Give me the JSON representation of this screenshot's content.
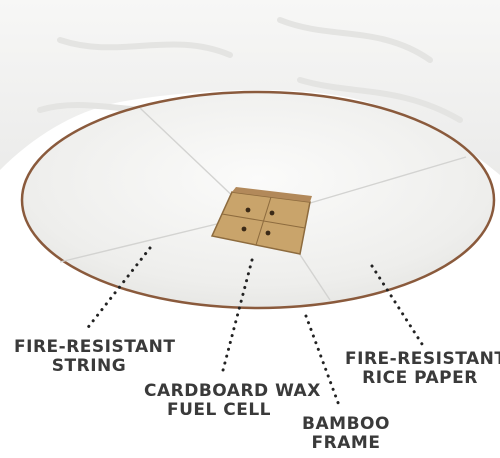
{
  "labels": {
    "string": {
      "line1": "FIRE-RESISTANT",
      "line2": "STRING"
    },
    "fuel_cell": {
      "line1": "CARDBOARD WAX",
      "line2": "FUEL CELL"
    },
    "frame": {
      "line1": "BAMBOO",
      "line2": "FRAME"
    },
    "rice_paper": {
      "line1": "FIRE-RESISTANT",
      "line2": "RICE PAPER"
    }
  },
  "colors": {
    "background": "#ffffff",
    "paper": "#f4f4f2",
    "bamboo_ring": "#8a5a3c",
    "fuel_cell": "#c9a46b",
    "string": "#d8d8d8",
    "label_text": "#3a3a3a",
    "leader_dots": "#222222"
  }
}
